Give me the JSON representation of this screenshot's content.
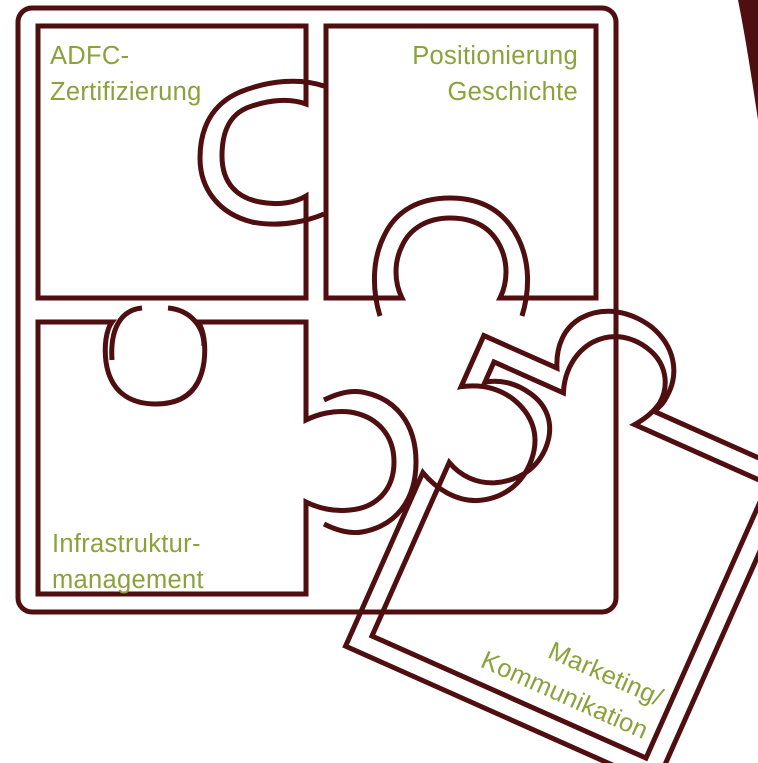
{
  "colors": {
    "outline": "#4f0e10",
    "label": "#8aa23a",
    "background": "#ffffff"
  },
  "pieces": {
    "top_left": {
      "line1": "ADFC-",
      "line2": "Zertifizierung"
    },
    "top_right": {
      "line1": "Positionierung",
      "line2": "Geschichte"
    },
    "bottom_left": {
      "line1": "Infrastruktur-",
      "line2": "management"
    },
    "tilted": {
      "line1": "Marketing/",
      "line2": "Kommunikation"
    }
  }
}
